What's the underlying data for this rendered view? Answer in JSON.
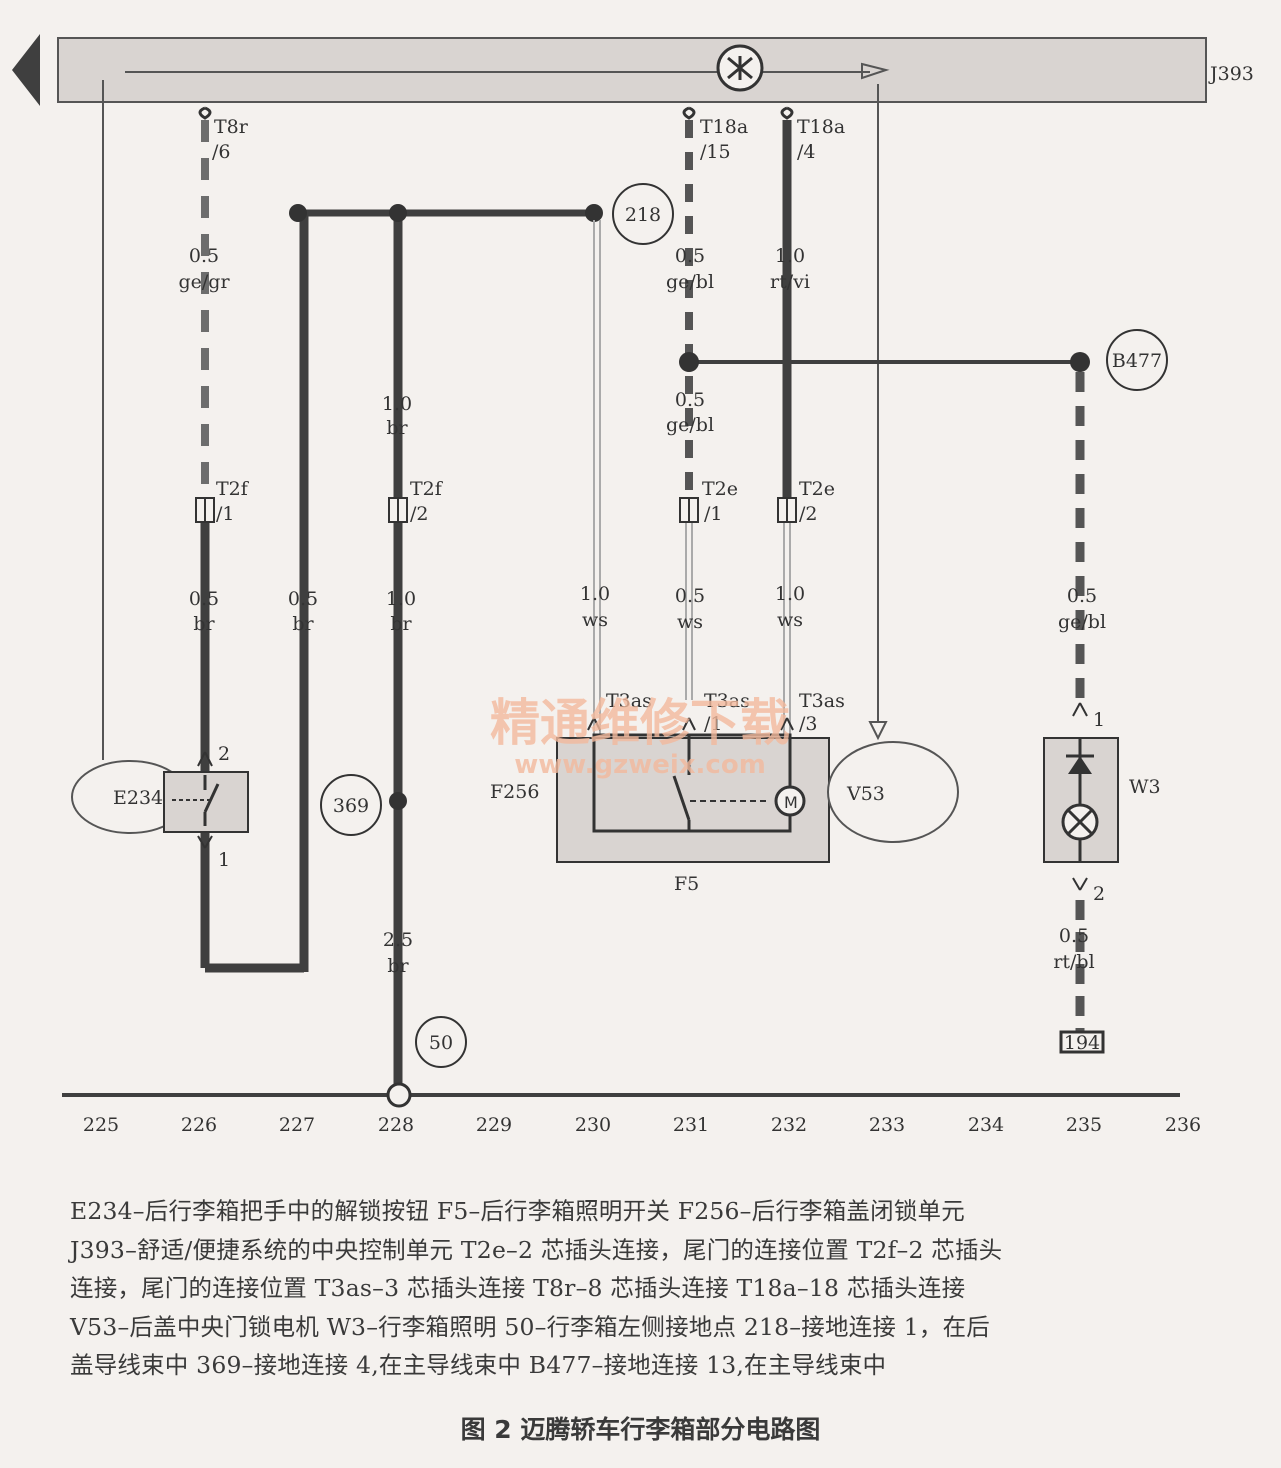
{
  "components": {
    "j393": "J393",
    "e234": "E234",
    "f256": "F256",
    "f5": "F5",
    "v53": "V53",
    "w3": "W3",
    "node_218": "218",
    "node_b477": "B477",
    "node_369": "369",
    "node_50": "50",
    "node_194": "194"
  },
  "connectors": {
    "t8r": "T8r",
    "t8r_pin": "/6",
    "t18a_15": "T18a",
    "t18a_15_pin": "/15",
    "t18a_4": "T18a",
    "t18a_4_pin": "/4",
    "t2f_1": "T2f",
    "t2f_1_pin": "/1",
    "t2f_2": "T2f",
    "t2f_2_pin": "/2",
    "t2e_1": "T2e",
    "t2e_1_pin": "/1",
    "t2e_2": "T2e",
    "t2e_2_pin": "/2",
    "t3as_a": "T3as",
    "t3as_b": "T3as",
    "t3as_b_pin": "/1",
    "t3as_c": "T3as",
    "t3as_c_pin": "/3",
    "e234_pin2": "2",
    "e234_pin1": "1",
    "w3_pin1": "1",
    "w3_pin2": "2"
  },
  "wires": {
    "w226_top_size": "0.5",
    "w226_top_color": "ge/gr",
    "w226_bot_size": "0.5",
    "w226_bot_color": "br",
    "w227_size": "0.5",
    "w227_color": "br",
    "w228_top_size": "1.0",
    "w228_top_color": "br",
    "w228_mid_size": "1.0",
    "w228_mid_color": "br",
    "w228_bot_size": "2.5",
    "w228_bot_color": "br",
    "w230_size": "1.0",
    "w230_color": "ws",
    "w231_top_size": "0.5",
    "w231_top_color": "ge/bl",
    "w231_mid_size": "0.5",
    "w231_mid_color": "ge/bl",
    "w231_bot_size": "0.5",
    "w231_bot_color": "ws",
    "w232_top_size": "1.0",
    "w232_top_color": "rt/vi",
    "w232_bot_size": "1.0",
    "w232_bot_color": "ws",
    "w235_top_size": "0.5",
    "w235_top_color": "ge/bl",
    "w235_bot_size": "0.5",
    "w235_bot_color": "rt/bl"
  },
  "columns": [
    "225",
    "226",
    "227",
    "228",
    "229",
    "230",
    "231",
    "232",
    "233",
    "234",
    "235",
    "236"
  ],
  "watermark": {
    "cn": "精通维修下载",
    "url": "www.gzweix.com"
  },
  "legend": [
    "E234–后行李箱把手中的解锁按钮  F5–后行李箱照明开关  F256–后行李箱盖闭锁单元",
    "J393–舒适/便捷系统的中央控制单元  T2e–2 芯插头连接，尾门的连接位置  T2f–2 芯插头",
    "连接，尾门的连接位置  T3as–3 芯插头连接  T8r–8 芯插头连接  T18a–18 芯插头连接",
    "V53–后盖中央门锁电机  W3–行李箱照明  50–行李箱左侧接地点  218–接地连接 1，在后",
    "盖导线束中  369–接地连接 4,在主导线束中  B477–接地连接 13,在主导线束中"
  ],
  "caption": "图 2    迈腾轿车行李箱部分电路图",
  "colors": {
    "wire": "#3f3f3f",
    "box": "#d9d4d1",
    "background": "#f4f1ee",
    "watermark": "#f3b99d"
  }
}
